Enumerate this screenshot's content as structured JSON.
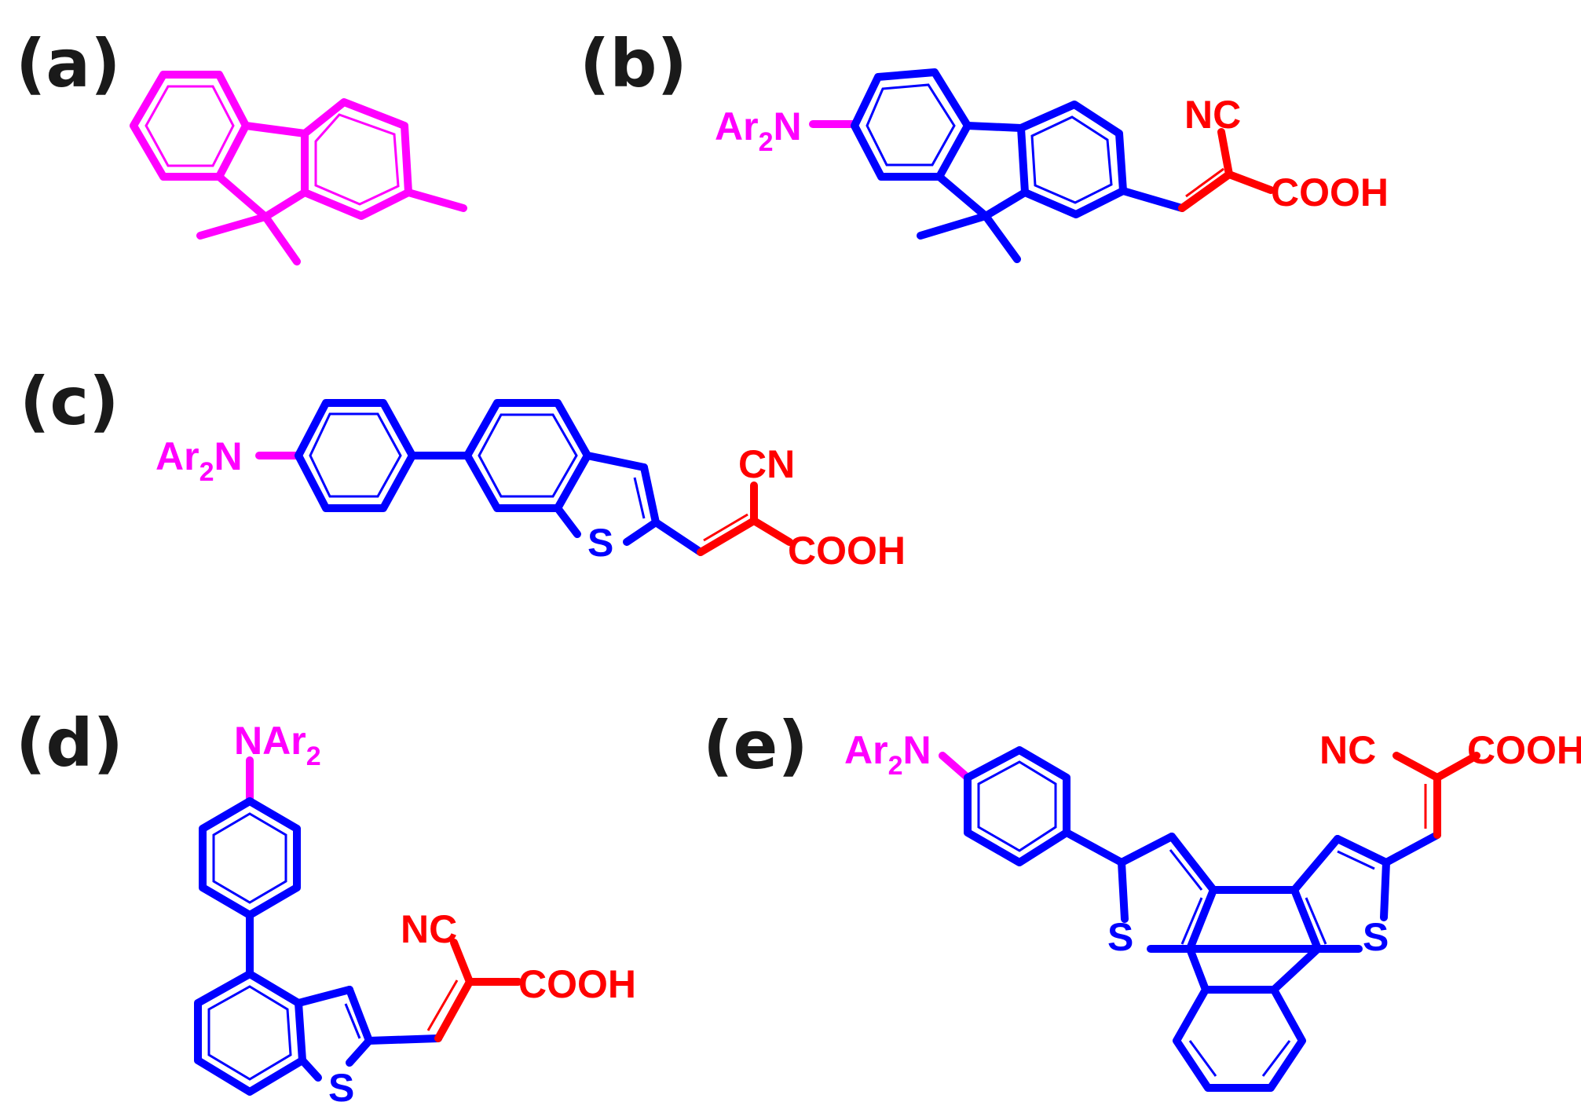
{
  "panels": {
    "a": {
      "label": "(a)"
    },
    "b": {
      "label": "(b)",
      "donor": "Ar",
      "donor_sub": "2",
      "donor_n": "N",
      "cyano": "NC",
      "acid": "COOH"
    },
    "c": {
      "label": "(c)",
      "donor": "Ar",
      "donor_sub": "2",
      "donor_n": "N",
      "cyano": "CN",
      "acid": "COOH",
      "sulfur": "S"
    },
    "d": {
      "label": "(d)",
      "donor": "NAr",
      "donor_sub": "2",
      "cyano": "NC",
      "acid": "COOH",
      "sulfur": "S"
    },
    "e": {
      "label": "(e)",
      "donor": "Ar",
      "donor_sub": "2",
      "donor_n": "N",
      "cyano": "NC",
      "acid": "COOH",
      "sulfur1": "S",
      "sulfur2": "S"
    }
  },
  "colors": {
    "fragment": "#ff00ff",
    "donor": "#ff00ff",
    "pi_bridge": "#0000ff",
    "acceptor": "#ff0000",
    "panel_label": "#1a1a1a"
  }
}
